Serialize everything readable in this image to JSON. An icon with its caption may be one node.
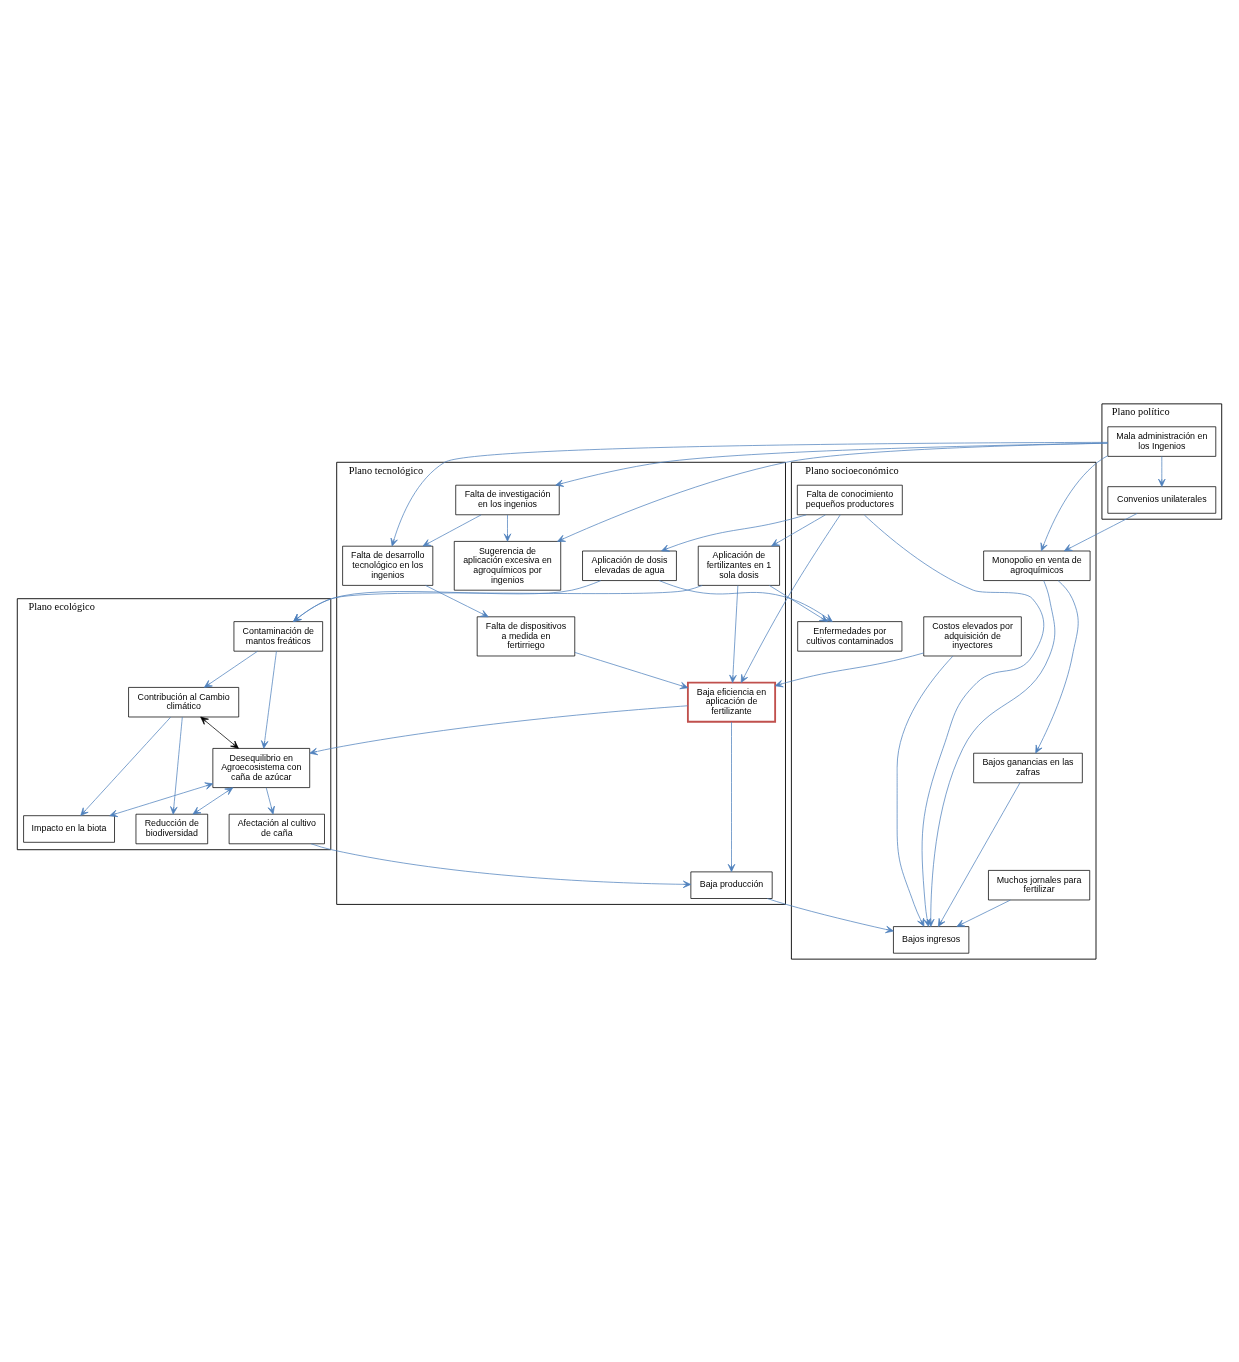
{
  "diagram": {
    "nodes": [
      {
        "text": [
          "Plano ecológico"
        ]
      },
      {
        "text": [
          "Contribución al Cambio climático"
        ],
        "in": 0
      },
      {
        "text": [
          "Desequilibrio en Agroecosistema con caña de azúcar"
        ],
        "in": 0
      },
      {
        "text": [
          "Contaminación de mantos freáticos"
        ],
        "in": 0
      },
      {
        "text": [
          "Impacto en la biota"
        ],
        "in": 0
      },
      {
        "text": [
          "Reducción de biodiversidad"
        ],
        "in": 0
      },
      {
        "text": [
          "Afectación al cultivo de caña"
        ],
        "in": 0
      },
      {
        "text": [
          "Plano político"
        ]
      },
      {
        "text": [
          "Mala administración en los Ingenios"
        ],
        "in": 7
      },
      {
        "text": [
          "Convenios unilaterales"
        ],
        "in": 7
      },
      {
        "text": [
          "Plano tecnológico"
        ]
      },
      {
        "text": [
          "Falta de desarrollo tecnológico en los ingenios"
        ],
        "in": 10
      },
      {
        "text": [
          "Falta de investigación en los ingenios"
        ],
        "in": 10
      },
      {
        "text": [
          "Sugerencia de aplicación excesiva en agroquímicos por ingenios"
        ],
        "in": 10
      },
      {
        "text": [
          "Baja eficiencia en aplicación de fertilizante"
        ],
        "in": 10
      },
      {
        "text": [
          "Baja producción"
        ],
        "in": 10
      },
      {
        "text": [
          "Falta de dispositivos a medida en fertirriego"
        ],
        "in": 10
      },
      {
        "text": [
          "Aplicación de dosis elevadas de agua"
        ],
        "in": 10
      },
      {
        "text": [
          "Aplicación de fertilizantes en 1 sola dosis"
        ],
        "in": 10
      },
      {
        "text": [
          "Plano socioeconómico"
        ]
      },
      {
        "text": [
          "Falta de conocimiento pequeños productores"
        ],
        "in": 19
      },
      {
        "text": [
          "Costos elevados por adquisición de inyectores"
        ],
        "in": 19
      },
      {
        "text": [
          "Monopolio en venta de agroquímicos"
        ],
        "in": 19
      },
      {
        "text": [
          "Bajos ganancias en las zafras"
        ],
        "in": 19
      },
      {
        "text": [
          "Enfermedades por cultivos contaminados"
        ],
        "in": 19
      },
      {
        "text": [
          "Muchos jornales para fertilizar"
        ],
        "in": 19
      },
      {
        "text": [
          "Bajos ingresos"
        ],
        "in": 19
      }
    ],
    "edges": [
      {
        "from": 1,
        "to": 2,
        "arrow": "both",
        "color": "#000000"
      },
      {
        "from": 3,
        "to": 1,
        "arrow": "to"
      },
      {
        "from": 1,
        "to": 4,
        "arrow": "to"
      },
      {
        "from": 1,
        "to": 5,
        "arrow": "to"
      },
      {
        "from": 2,
        "to": 4,
        "arrow": "both"
      },
      {
        "from": 2,
        "to": 5,
        "arrow": "both"
      },
      {
        "from": 3,
        "to": 2,
        "arrow": "to"
      },
      {
        "from": 2,
        "to": 6,
        "arrow": "to"
      },
      {
        "from": 14,
        "to": 2,
        "arrow": "to"
      },
      {
        "from": 6,
        "to": 15,
        "arrow": "to"
      },
      {
        "from": 18,
        "to": 3,
        "arrow": "to"
      },
      {
        "from": 17,
        "to": 3,
        "arrow": "to"
      },
      {
        "from": 8,
        "to": 9,
        "arrow": "to"
      },
      {
        "from": 8,
        "to": 11,
        "arrow": "to"
      },
      {
        "from": 8,
        "to": 12,
        "arrow": "to"
      },
      {
        "from": 8,
        "to": 13,
        "arrow": "to"
      },
      {
        "from": 8,
        "to": 22,
        "arrow": "to"
      },
      {
        "from": 9,
        "to": 22,
        "arrow": "to"
      },
      {
        "from": 12,
        "to": 11,
        "arrow": "to"
      },
      {
        "from": 12,
        "to": 13,
        "arrow": "to"
      },
      {
        "from": 11,
        "to": 16,
        "arrow": "to"
      },
      {
        "from": 16,
        "to": 14,
        "arrow": "to"
      },
      {
        "from": 20,
        "to": 14,
        "arrow": "to"
      },
      {
        "from": 18,
        "to": 14,
        "arrow": "to"
      },
      {
        "from": 21,
        "to": 14,
        "arrow": "to"
      },
      {
        "from": 14,
        "to": 15,
        "arrow": "to"
      },
      {
        "from": 20,
        "to": 17,
        "arrow": "to"
      },
      {
        "from": 20,
        "to": 18,
        "arrow": "to"
      },
      {
        "from": 17,
        "to": 24,
        "arrow": "to"
      },
      {
        "from": 18,
        "to": 24,
        "arrow": "to"
      },
      {
        "from": 20,
        "to": 26,
        "arrow": "to"
      },
      {
        "from": 21,
        "to": 26,
        "arrow": "to"
      },
      {
        "from": 22,
        "to": 23,
        "arrow": "to"
      },
      {
        "from": 22,
        "to": 26,
        "arrow": "to"
      },
      {
        "from": 23,
        "to": 26,
        "arrow": "to"
      },
      {
        "from": 25,
        "to": 26,
        "arrow": "to"
      },
      {
        "from": 15,
        "to": 26,
        "arrow": "to"
      }
    ]
  }
}
